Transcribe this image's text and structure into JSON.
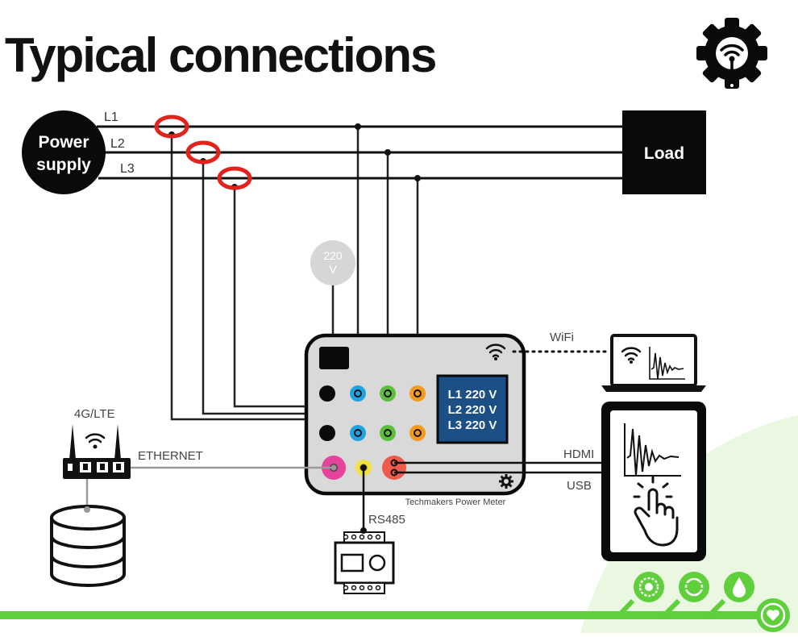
{
  "title": "Typical connections",
  "source": {
    "line1": "Power",
    "line2": "supply"
  },
  "phases": [
    "L1",
    "L2",
    "L3"
  ],
  "load": "Load",
  "voltage_source": {
    "line1": "220",
    "line2": "V"
  },
  "meter": {
    "name": "Techmakers Power Meter",
    "display": [
      "L1 220 V",
      "L2 220 V",
      "L3 220 V"
    ]
  },
  "labels": {
    "wifi": "WiFi",
    "hdmi": "HDMI",
    "usb": "USB",
    "lte": "4G/LTE",
    "ethernet": "ETHERNET",
    "rs485": "RS485"
  },
  "colors": {
    "clamp": "#e3231b",
    "terminal_blue": "#1fa3e0",
    "terminal_green": "#5cbf3c",
    "terminal_orange": "#f39a1d",
    "terminal_pink": "#e5449a",
    "terminal_yellow": "#f2e23b",
    "terminal_red": "#ef5a4a",
    "display_bg": "#1b4f86",
    "meter_body": "#d9d9d9",
    "accent_green": "#5fcf3c"
  }
}
